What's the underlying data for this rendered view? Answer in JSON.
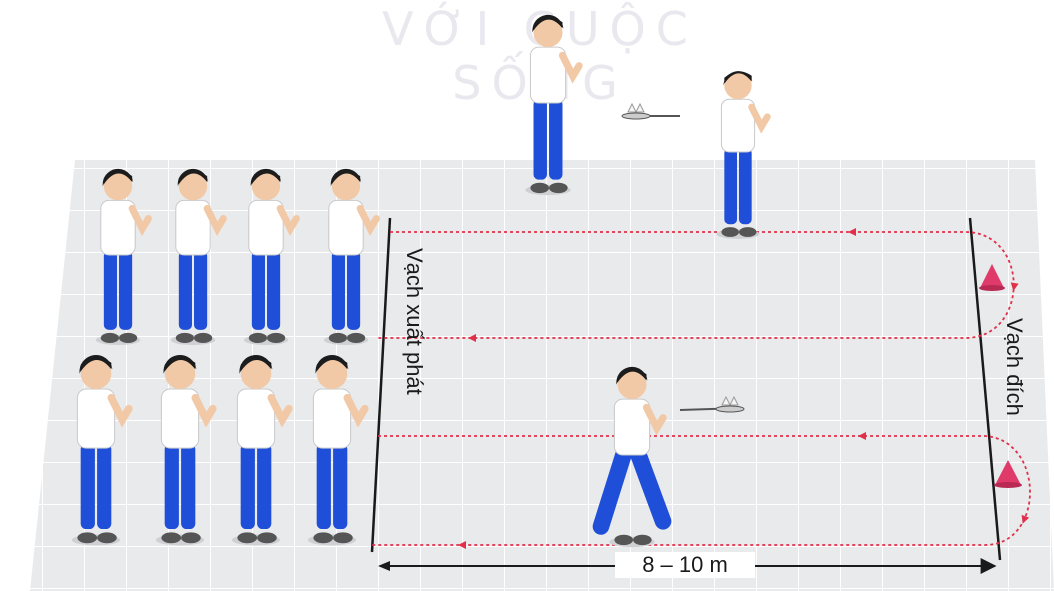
{
  "labels": {
    "start_line": "Vạch xuất phát",
    "finish_line": "Vạch đích",
    "distance": "8 – 10 m",
    "watermark": "VỚI CUỘC SỐNG"
  },
  "colors": {
    "court": "#e9eaec",
    "grid": "#ffffff",
    "shirt": "#ffffff",
    "pants": "#1f4fd8",
    "skin": "#f2c9a6",
    "hair": "#1c1c1c",
    "cone": "#e03a6a",
    "path": "#e0304a"
  },
  "icons": [
    "cone-icon",
    "arrow-icon",
    "shuttlecock-icon"
  ]
}
